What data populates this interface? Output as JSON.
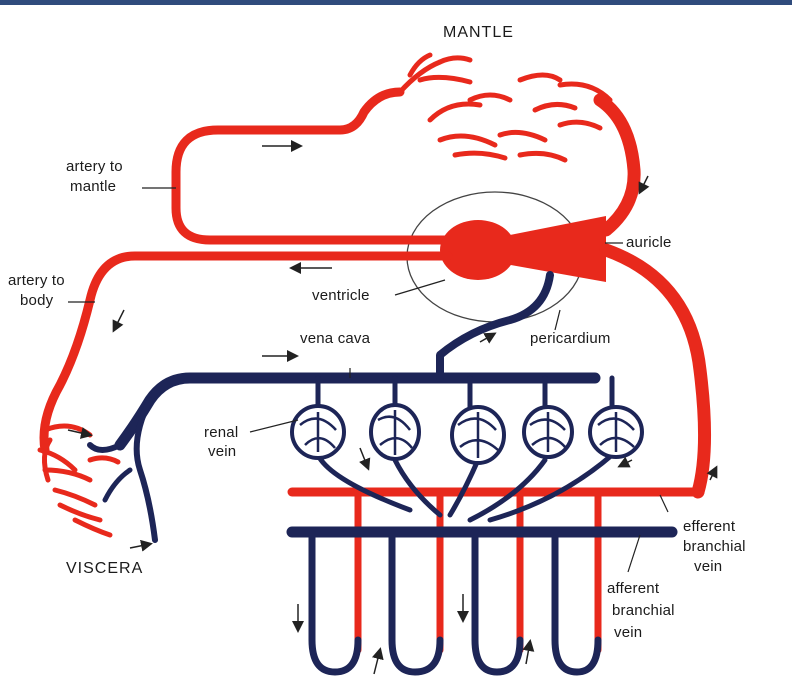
{
  "diagram": {
    "labels": {
      "mantle": "MANTLE",
      "artery_to_mantle_1": "artery to",
      "artery_to_mantle_2": "mantle",
      "artery_to_body_1": "artery to",
      "artery_to_body_2": "body",
      "auricle": "auricle",
      "ventricle": "ventricle",
      "pericardium": "pericardium",
      "vena_cava": "vena  cava",
      "renal_vein_1": "renal",
      "renal_vein_2": "vein",
      "viscera": "VISCERA",
      "efferent_1": "efferent",
      "efferent_2": "branchial",
      "efferent_3": "vein",
      "afferent_1": "afferent",
      "afferent_2": "branchial",
      "afferent_3": "vein"
    },
    "colors": {
      "arterial": "#e8291c",
      "venous": "#1d2557",
      "outline": "#333333"
    }
  }
}
